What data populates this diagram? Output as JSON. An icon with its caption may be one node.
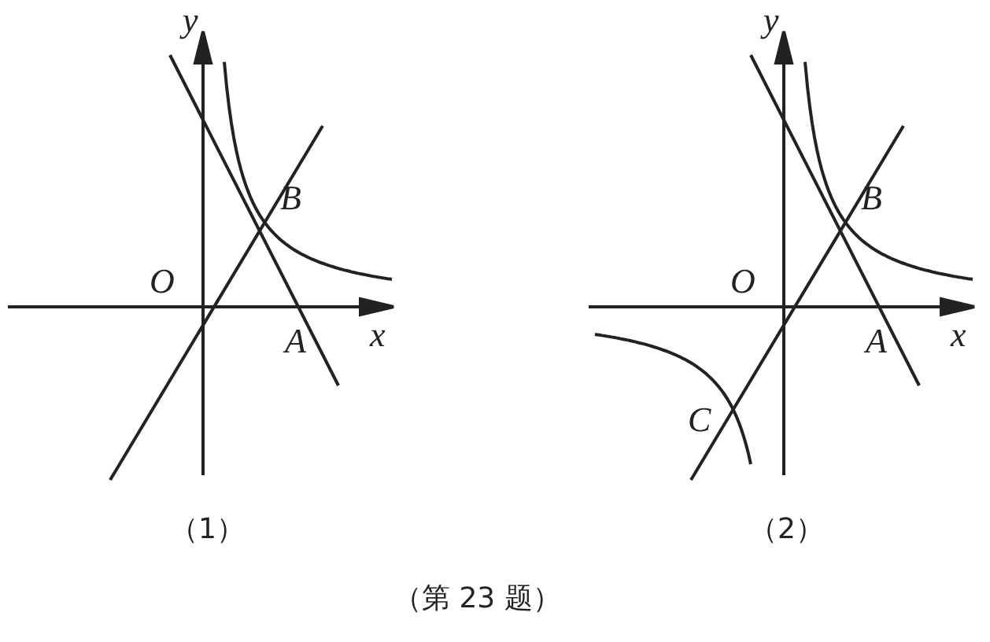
{
  "diagram": {
    "caption": "（第 23 题）",
    "labels": [
      "y",
      "O",
      "B",
      "x",
      "A",
      "（1）",
      "y",
      "O",
      "B",
      "x",
      "A",
      "C",
      "（2）"
    ]
  }
}
